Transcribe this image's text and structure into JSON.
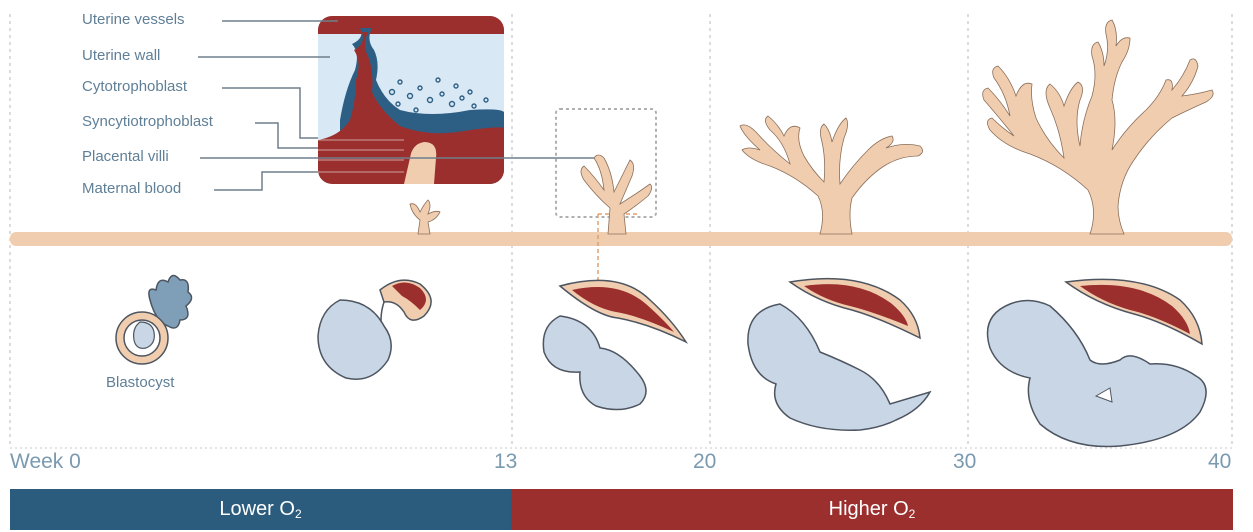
{
  "labels": {
    "uterine_vessels": "Uterine vessels",
    "uterine_wall": "Uterine wall",
    "cytotrophoblast": "Cytotrophoblast",
    "syncytiotrophoblast": "Syncytiotrophoblast",
    "placental_villi": "Placental villi",
    "maternal_blood": "Maternal blood",
    "blastocyst": "Blastocyst"
  },
  "timeline": {
    "week_prefix": "Week 0",
    "ticks": [
      "13",
      "20",
      "30",
      "40"
    ]
  },
  "oxygen": {
    "lower_text": "Lower O",
    "higher_text": "Higher O",
    "subscript": "2"
  },
  "colors": {
    "villi_tan": "#f1cdb0",
    "embryo_blue": "#c8d6e6",
    "maternal_red": "#9b2f2d",
    "uterine_wall_blue": "#d8e8f5",
    "trophoblast_blue": "#2d5f84",
    "lower_o2_blue": "#2b5c7e",
    "higher_o2_red": "#9b2f2d",
    "label_gray_blue": "#5f7f97",
    "outline": "#4d5560"
  }
}
